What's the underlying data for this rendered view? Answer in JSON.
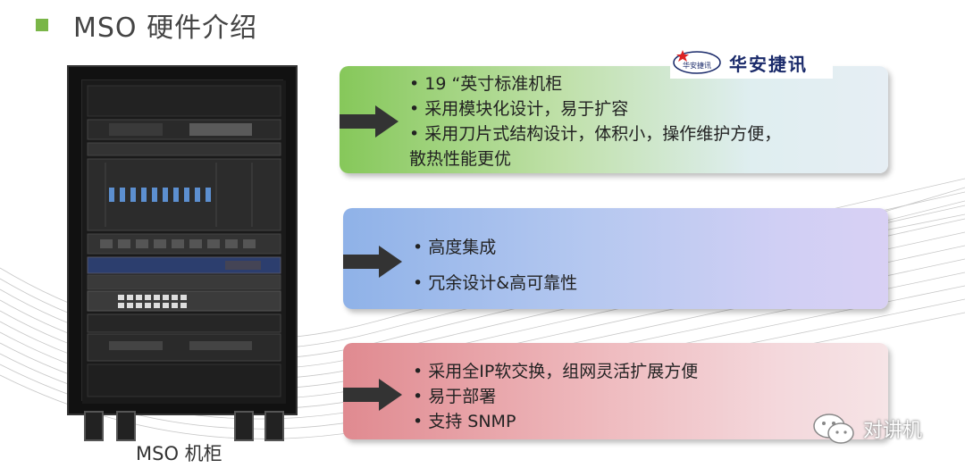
{
  "title": "MSO 硬件介绍",
  "rack_caption": "MSO 机柜",
  "logo": {
    "name": "华安捷讯",
    "small": "华安捷讯"
  },
  "panels": [
    {
      "bullets": [
        "•  19 “英寸标准机柜",
        "•   采用模块化设计，易于扩容",
        "•   采用刀片式结构设计，体积小，操作维护方便，",
        "散热性能更优"
      ]
    },
    {
      "bullets": [
        "•  高度集成",
        "•  冗余设计&高可靠性"
      ]
    },
    {
      "bullets": [
        "•  采用全IP软交换，组网灵活扩展方便",
        "•  易于部署",
        "•  支持 SNMP"
      ]
    }
  ],
  "watermark": "对讲机",
  "colors": {
    "accent_green": "#7ab648",
    "panel_green": "#86c85a",
    "panel_blue": "#8fb2e8",
    "panel_red": "#e08a90",
    "arrow": "#333333"
  }
}
